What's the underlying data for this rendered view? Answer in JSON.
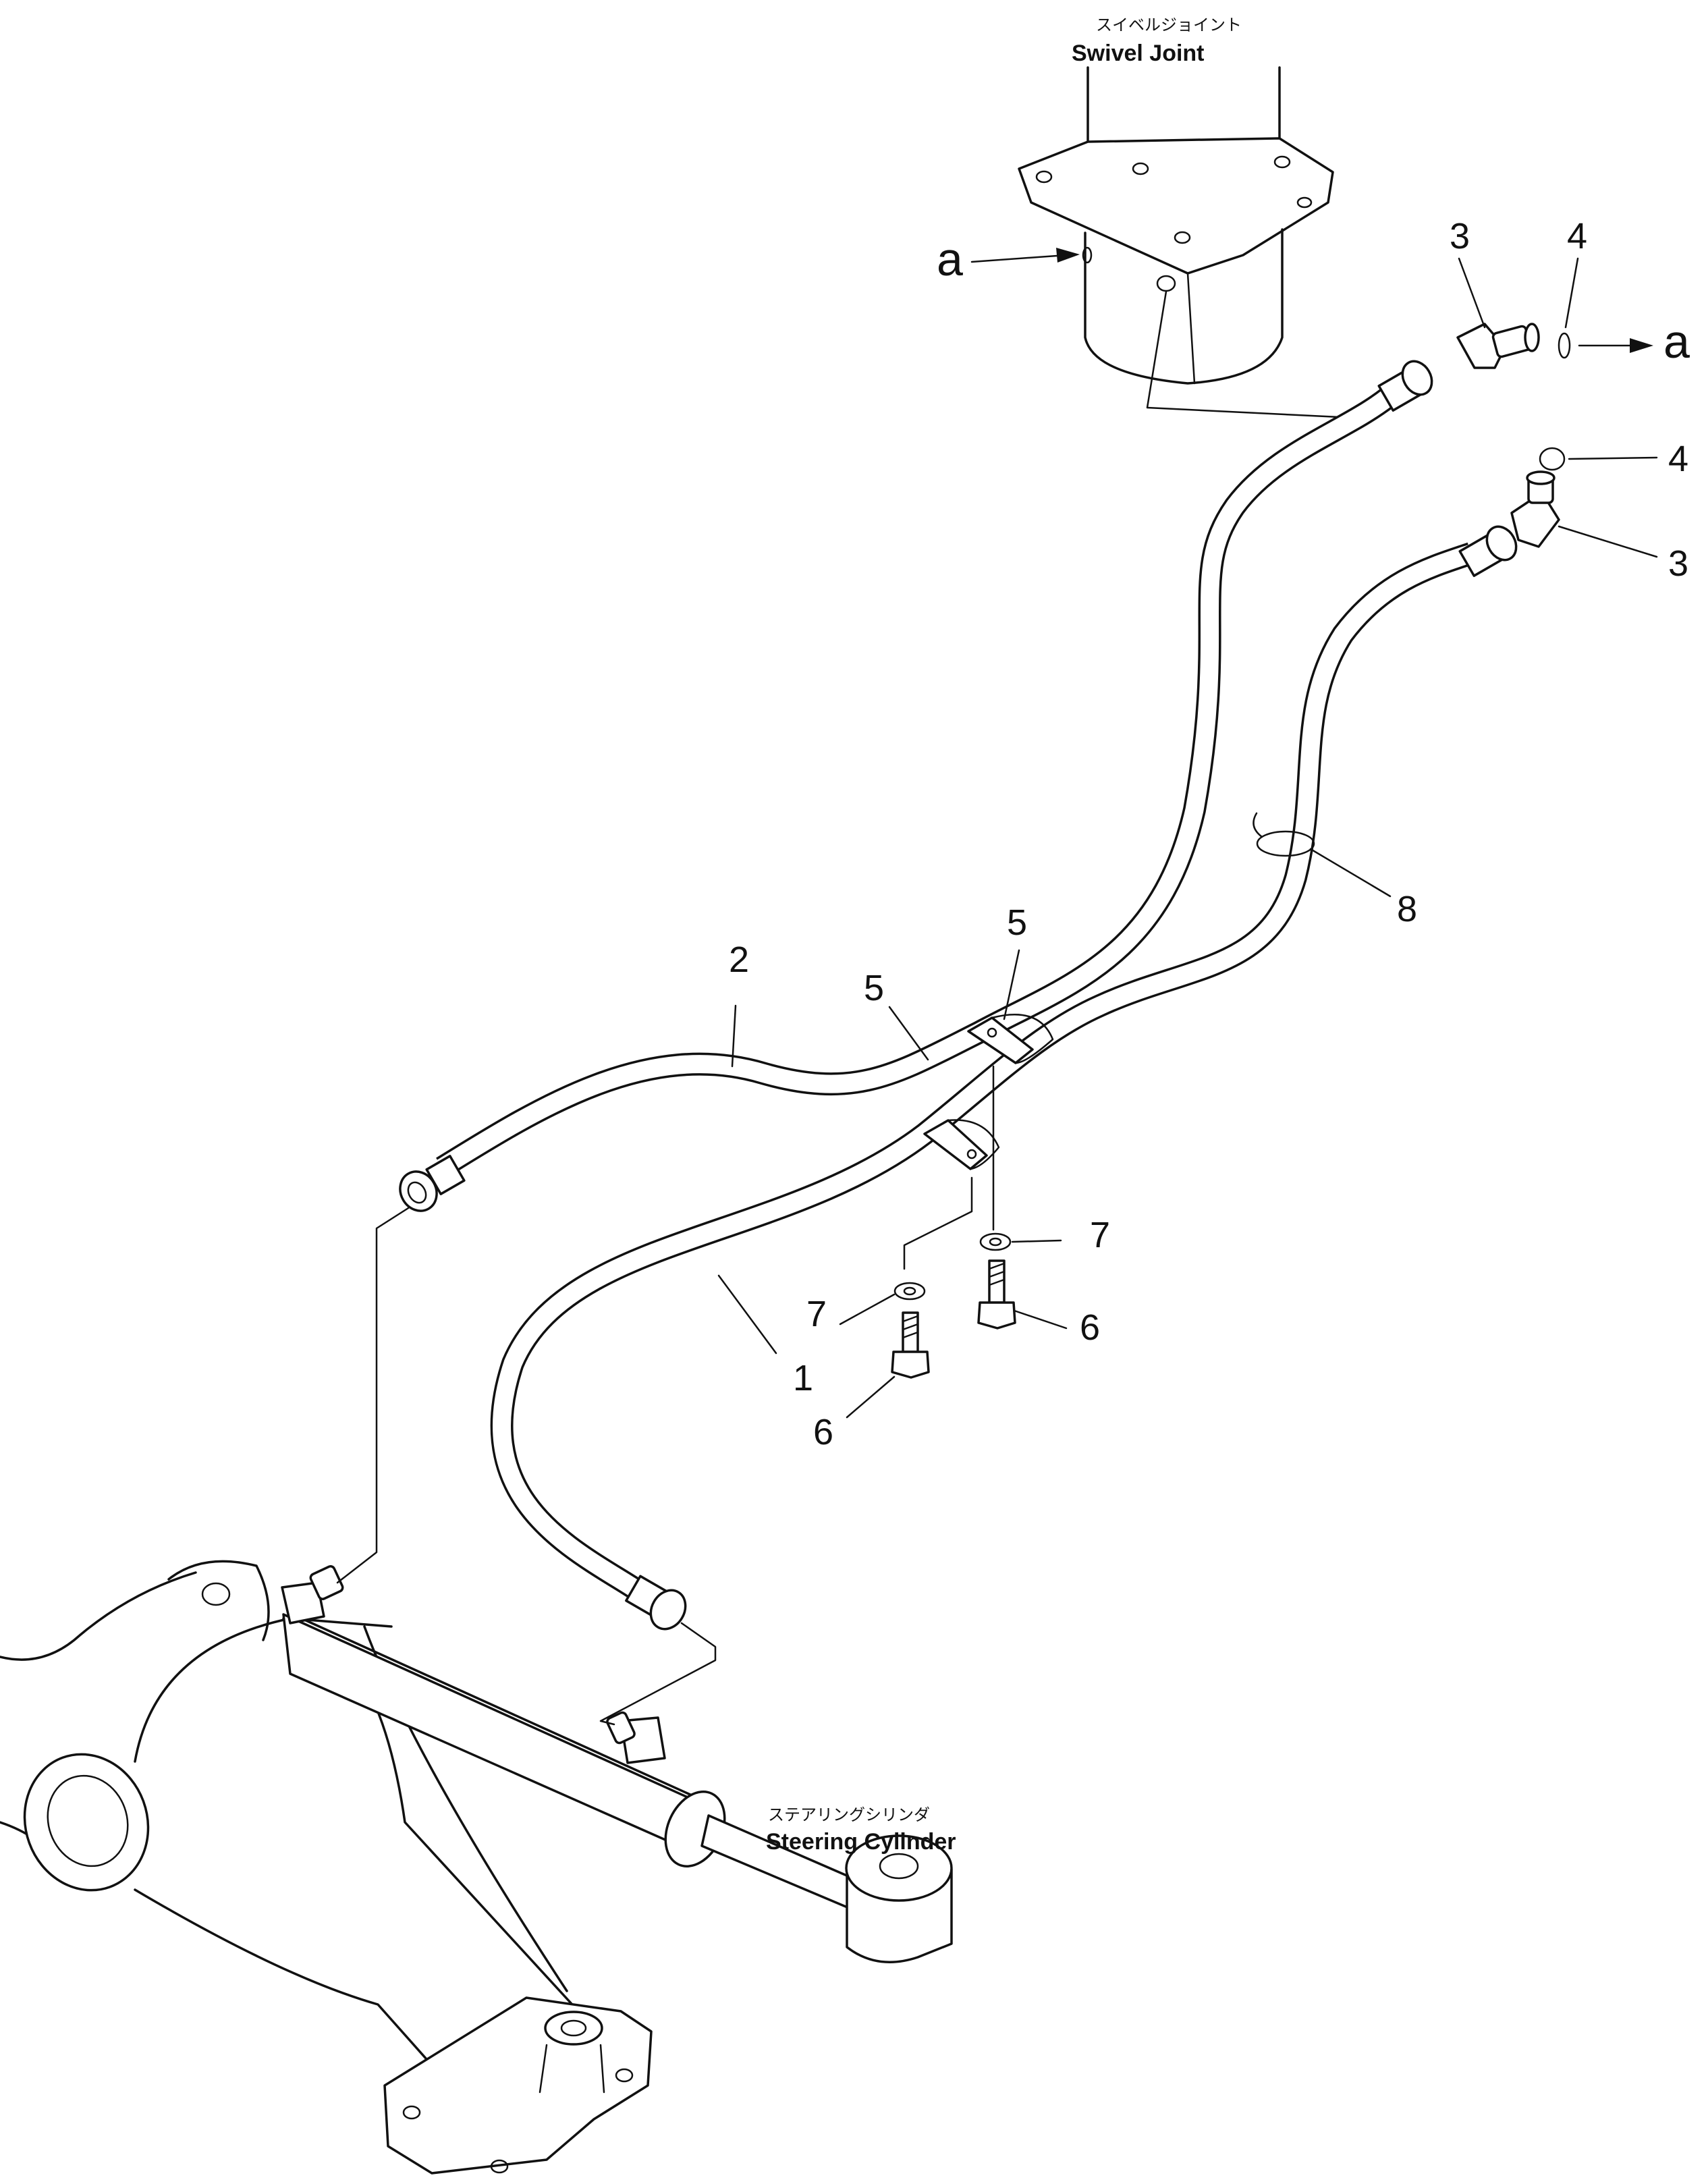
{
  "labels": {
    "swivel_joint_jp": "スイベルジョイント",
    "swivel_joint_en": "Swivel Joint",
    "steering_cylinder_jp": "ステアリングシリンダ",
    "steering_cylinder_en": "Steering Cylinder"
  },
  "connection_letters": {
    "left": "a",
    "right": "a"
  },
  "callouts": [
    {
      "id": "c1",
      "text": "1"
    },
    {
      "id": "c2",
      "text": "2"
    },
    {
      "id": "c3a",
      "text": "3"
    },
    {
      "id": "c3b",
      "text": "3"
    },
    {
      "id": "c4a",
      "text": "4"
    },
    {
      "id": "c4b",
      "text": "4"
    },
    {
      "id": "c5a",
      "text": "5"
    },
    {
      "id": "c5b",
      "text": "5"
    },
    {
      "id": "c6a",
      "text": "6"
    },
    {
      "id": "c6b",
      "text": "6"
    },
    {
      "id": "c7a",
      "text": "7"
    },
    {
      "id": "c7b",
      "text": "7"
    },
    {
      "id": "c8",
      "text": "8"
    }
  ]
}
